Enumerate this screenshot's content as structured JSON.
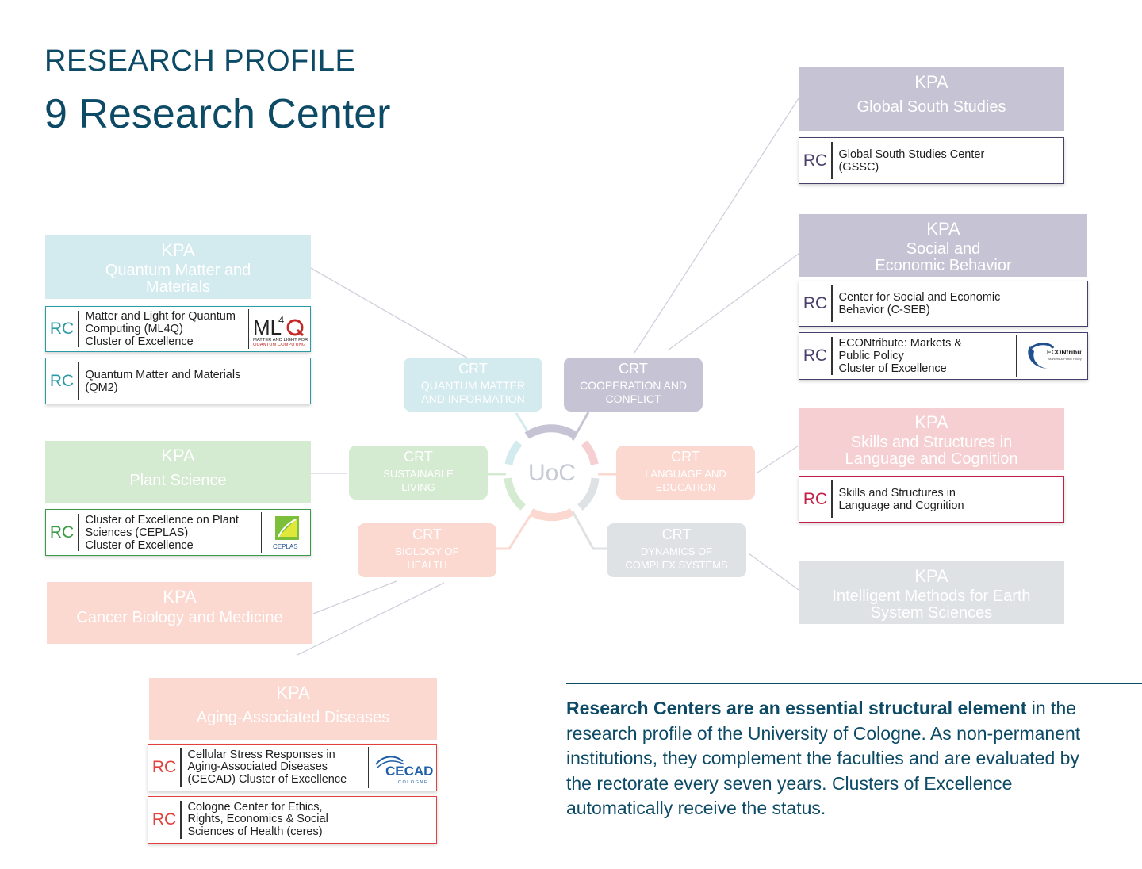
{
  "header": {
    "kicker": "RESEARCH PROFILE",
    "title": "9 Research Center"
  },
  "hub": {
    "label": "UoC"
  },
  "labels": {
    "kpa": "KPA",
    "crt": "CRT",
    "rc": "RC"
  },
  "colors": {
    "navy": "#0c4a66",
    "teal_light": "#d3eaee",
    "teal": "#2a9ba5",
    "purple_light": "#c6c3d4",
    "purple": "#4a3f6b",
    "green_light": "#d4ead1",
    "green": "#3a9a46",
    "salmon_light": "#fbd8d0",
    "pink_light": "#f6cfd2",
    "red": "#e0413d",
    "crimson": "#c41f47",
    "grey_light": "#dfe2e4"
  },
  "kpas": [
    {
      "id": "global-south",
      "name": "Global South Studies"
    },
    {
      "id": "social-econ",
      "name": "Social and Economic Behavior"
    },
    {
      "id": "quantum",
      "name": "Quantum Matter and Materials"
    },
    {
      "id": "skills",
      "name": "Skills and Structures in Language and Cognition"
    },
    {
      "id": "plant",
      "name": "Plant Science"
    },
    {
      "id": "intelligent",
      "name": "Intelligent Methods for Earth System Sciences"
    },
    {
      "id": "cancer",
      "name": "Cancer Biology and Medicine"
    },
    {
      "id": "aging",
      "name": "Aging-Associated Diseases"
    }
  ],
  "crts": [
    {
      "id": "quantum-info",
      "name": "QUANTUM MATTER AND INFORMATION"
    },
    {
      "id": "cooperation",
      "name": "COOPERATION AND CONFLICT"
    },
    {
      "id": "sustainable",
      "name": "SUSTAINABLE LIVING"
    },
    {
      "id": "language",
      "name": "LANGUAGE AND EDUCATION"
    },
    {
      "id": "biology",
      "name": "BIOLOGY OF HEALTH"
    },
    {
      "id": "dynamics",
      "name": "DYNAMICS OF COMPLEX SYSTEMS"
    }
  ],
  "rcs": [
    {
      "id": "gssc",
      "name": "Global South Studies Center (GSSC)",
      "sub": ""
    },
    {
      "id": "cseb",
      "name": "Center for Social and Economic Behavior (C-SEB)",
      "sub": ""
    },
    {
      "id": "econtribute",
      "name": "ECONtribute: Markets & Public Policy",
      "sub": "Cluster of Excellence"
    },
    {
      "id": "ml4q",
      "name": "Matter and Light for Quantum Computing (ML4Q)",
      "sub": "Cluster of Excellence"
    },
    {
      "id": "qm2",
      "name": "Quantum Matter and Materials (QM2)",
      "sub": ""
    },
    {
      "id": "skills-rc",
      "name": "Skills and Structures in Language and Cognition",
      "sub": ""
    },
    {
      "id": "ceplas",
      "name": "Cluster of Excellence on Plant Sciences (CEPLAS)",
      "sub": "Cluster of Excellence"
    },
    {
      "id": "cecad",
      "name": "Cellular Stress Responses in Aging-Associated Diseases (CECAD)",
      "sub": "Cluster of Excellence"
    },
    {
      "id": "ceres",
      "name": "Cologne Center for Ethics, Rights, Economics & Social Sciences of Health (ceres)",
      "sub": ""
    }
  ],
  "logos": {
    "ml4q": {
      "main": "ML",
      "sup": "4",
      "q": "Q",
      "line1": "MATTER AND LIGHT FOR",
      "line2": "QUANTUM COMPUTING"
    },
    "econtribute": {
      "main": "ECONtribute",
      "line1": "Markets & Public Policy"
    },
    "ceplas": {
      "main": "CEPLAS"
    },
    "cecad": {
      "main": "CECAD",
      "line1": "COLOGNE"
    }
  },
  "description": {
    "lead": "Research Centers are an essential structural element",
    "body": "in the research profile of the University of Cologne. As non-permanent institutions, they complement the faculties and are evaluated by the rectorate every seven years. Clusters of Excellence automatically receive the status."
  }
}
